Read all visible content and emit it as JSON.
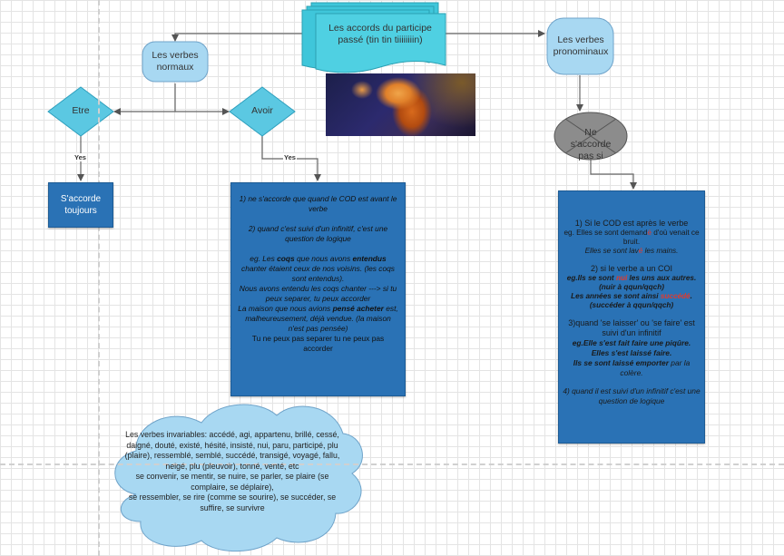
{
  "title_node": "Les accords du participe passé (tin tin tiiiiiiiin)",
  "node_normaux": "Les verbes normaux",
  "node_pronominaux": "Les verbes pronominaux",
  "node_etre": "Etre",
  "node_avoir": "Avoir",
  "node_ne_saccorde": "Ne s'accorde pas si",
  "edge_yes_etre": "Yes",
  "edge_yes_avoir": "Yes",
  "node_saccorde": "S'accorde toujours",
  "avoir_rules": {
    "r1": "1) ne s'accorde que quand le COD est avant le verbe",
    "r2": "2) quand c'est suivi d'un infinitif, c'est une question de logique",
    "ex_a": "eg. Les ",
    "ex_b": "coqs",
    "ex_c": " que nous avons ",
    "ex_d": "entendus",
    "ex_e": " chanter étaient ceux de nos voisins. (les coqs sont entendus).",
    "ex2": "Nous avons entendu les coqs chanter ---> si tu peux separer, tu peux accorder",
    "ex3_a": "La maison que nous avions ",
    "ex3_b": "pensé acheter",
    "ex3_c": " est, malheureusement, déjà vendue. (la maison n'est pas pensée)",
    "ex4": "Tu ne peux pas separer tu ne peux pas accorder"
  },
  "pron_rules": {
    "r1_head": "1) Si le COD est après le verbe",
    "r1_ex1_a": "eg. Elles se sont demand",
    "r1_ex1_b": "é",
    "r1_ex1_c": " d'où venait ce bruit.",
    "r1_ex2_a": "Elles se sont lav",
    "r1_ex2_b": "é",
    "r1_ex2_c": " les mains.",
    "r2_head": "2) si le verbe a un COI",
    "r2_ex1_a": "eg.Ils se sont ",
    "r2_ex1_b": "nui",
    "r2_ex1_c": " les uns aux autres.(nuir à qqun/qqch)",
    "r2_ex2_a": "Les années se sont ainsi ",
    "r2_ex2_b": "succédé",
    "r2_ex2_c": ".(succéder à  qqun/qqch)",
    "r3_head": "3)quand 'se laisser' ou 'se faire' est suivi d'un infinitif",
    "r3_ex1": "eg.Elle s'est fait faire une piqûre.",
    "r3_ex2": "Elles s'est laissé faire.",
    "r3_ex3_a": "Ils se sont laissé emporter",
    "r3_ex3_b": " par la colère.",
    "r4_head": "4) quand il est suivi d'un infinitif c'est une question de logique"
  },
  "cloud_text": "Les verbes invariables: accédé, agi, appartenu, brillé, cessé, daigné, douté, existé, hésité, insisté, nui, paru, participé, plu (plaire), ressemblé, semblé, succédé, transigé, voyagé, fallu, neigé, plu (pleuvoir), tonné, venté, etc\nse convenir, se mentir, se nuire, se parler, se plaire (se complaire, se déplaire),\nse ressembler, se rire (comme se sourire), se succéder, se suffire, se survivre",
  "colors": {
    "node_fill": "#a8d8f2",
    "node_stroke": "#6fa3c9",
    "teal_fill": "#3fc6da",
    "teal_stroke": "#2ba0b3",
    "dark_blue": "#2a72b5",
    "grey_fill": "#8c8c8c",
    "accent_red": "#e03a2e"
  },
  "icons": {
    "cross": "cross-out-icon",
    "photo": "scene-photo"
  }
}
